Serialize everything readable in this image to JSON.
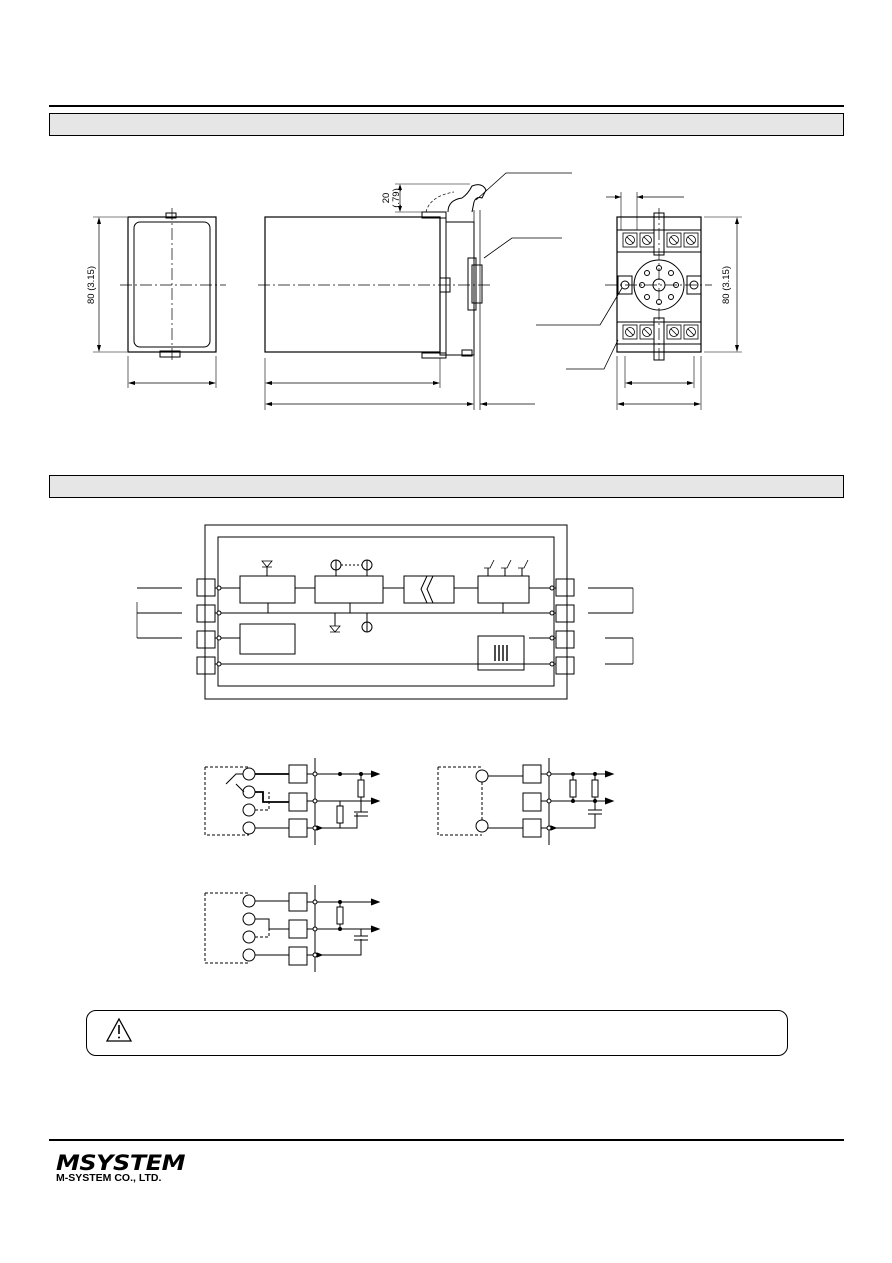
{
  "dimensions": {
    "height_front": "80 (3.15)",
    "height_side": "80 (3.15)",
    "clip_height": "20",
    "clip_height_inch": "(.79)"
  },
  "brand": {
    "logo_text": "MSYSTEM",
    "company_name": "M-SYSTEM CO., LTD."
  }
}
